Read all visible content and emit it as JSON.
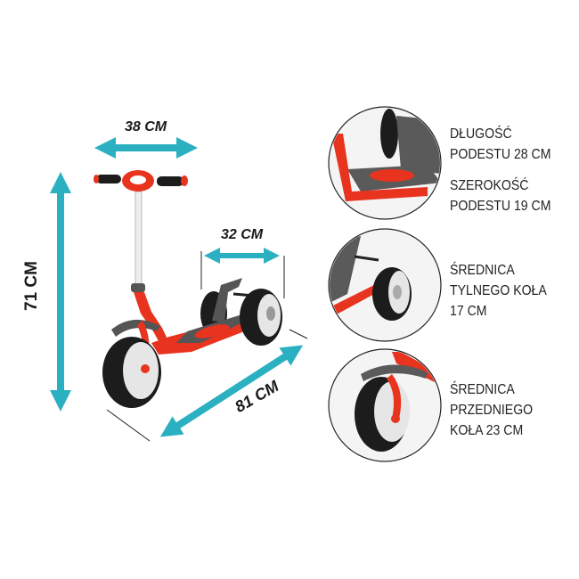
{
  "colors": {
    "arrow": "#2bb0c2",
    "frame": "#e8331f",
    "tire": "#1c1c1c",
    "deck": "#5a5a5a"
  },
  "dimensions": {
    "handlebar_width": "38 CM",
    "height": "71 CM",
    "rear_width": "32 CM",
    "length": "81 CM"
  },
  "specs": [
    {
      "lines": [
        "DŁUGOŚĆ",
        "PODESTU 28 CM"
      ]
    },
    {
      "lines": [
        "SZEROKOŚĆ",
        "PODESTU 19 CM"
      ]
    },
    {
      "lines": [
        "ŚREDNICA",
        "TYLNEGO KOŁA",
        "17 CM"
      ]
    },
    {
      "lines": [
        "ŚREDNICA",
        "PRZEDNIEGO",
        "KOŁA 23 CM"
      ]
    }
  ]
}
